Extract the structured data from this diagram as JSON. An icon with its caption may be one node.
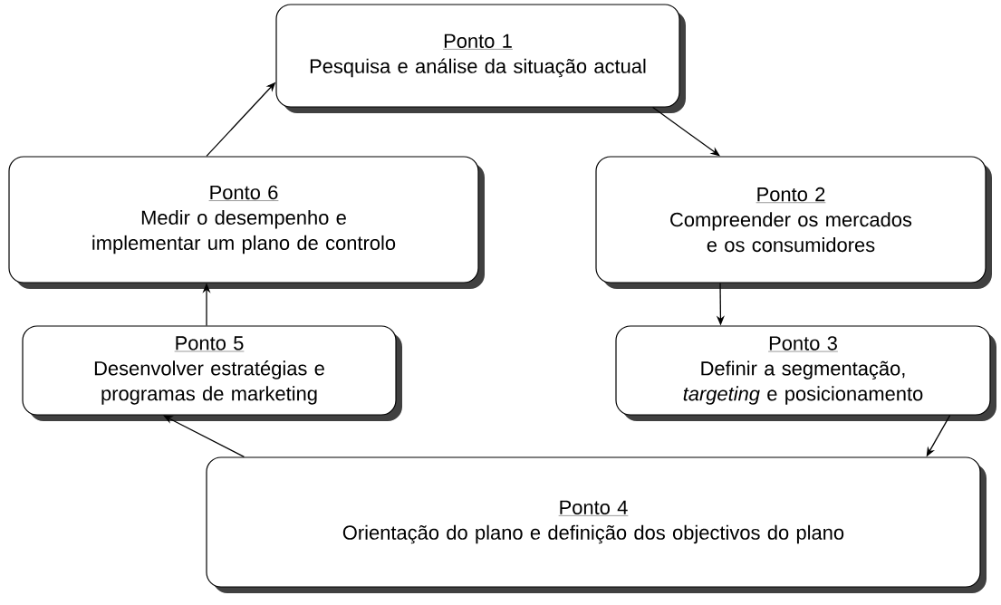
{
  "diagram": {
    "nodes": [
      {
        "text": [
          "Ponto 1",
          "Pesquisa e análise da situação actual"
        ]
      },
      {
        "text": [
          "Ponto 2",
          "Compreender os mercados e os consumidores"
        ]
      },
      {
        "text": [
          "Ponto 3",
          "Definir a segmentação, *targeting* e posicionamento"
        ]
      },
      {
        "text": [
          "Ponto 4",
          "Orientação do plano e definição dos objectivos do plano"
        ]
      },
      {
        "text": [
          "Ponto 5",
          "Desenvolver estratégias e programas de marketing"
        ]
      },
      {
        "text": [
          "Ponto 6",
          "Medir o desempenho e implementar um plano de controlo"
        ]
      }
    ],
    "edges": [
      {
        "from": 0,
        "to": 1,
        "arrow": "to"
      },
      {
        "from": 1,
        "to": 2,
        "arrow": "to"
      },
      {
        "from": 2,
        "to": 3,
        "arrow": "to"
      },
      {
        "from": 3,
        "to": 4,
        "arrow": "to"
      },
      {
        "from": 4,
        "to": 5,
        "arrow": "to"
      },
      {
        "from": 5,
        "to": 0,
        "arrow": "to"
      }
    ]
  }
}
